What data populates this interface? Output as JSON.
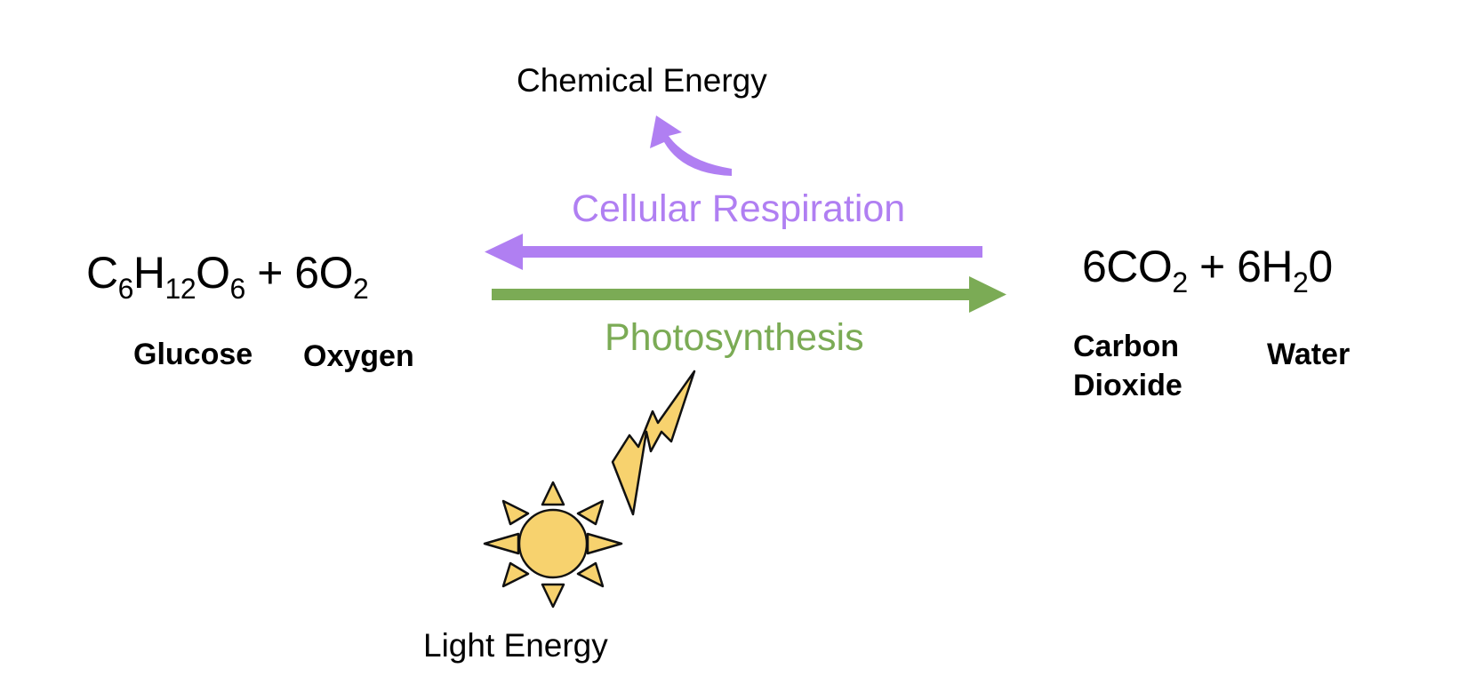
{
  "reactants": {
    "formula": {
      "c": "C",
      "c_sub": "6",
      "h": "H",
      "h_sub": "12",
      "o": "O",
      "o_sub": "6",
      "plus": " + ",
      "o2": "6O",
      "o2_sub": "2"
    },
    "labels": {
      "glucose": "Glucose",
      "oxygen": "Oxygen"
    }
  },
  "products": {
    "formula": {
      "co2": "6CO",
      "co2_sub": "2",
      "plus": " + ",
      "h2o_a": "6H",
      "h2o_sub": "2",
      "h2o_b": "0"
    },
    "labels": {
      "carbon": "Carbon",
      "dioxide": "Dioxide",
      "water": "Water"
    }
  },
  "processes": {
    "respiration": {
      "label": "Cellular Respiration",
      "color": "#b07ff2",
      "direction": "right-to-left"
    },
    "photosynthesis": {
      "label": "Photosynthesis",
      "color": "#7bab55",
      "direction": "left-to-right"
    }
  },
  "energy": {
    "chemical": "Chemical Energy",
    "light": "Light Energy",
    "sun_color": "#f7d26e",
    "bolt_color": "#f7d26e"
  },
  "icons": [
    "curved-arrow-icon",
    "lightning-bolt-icon",
    "sun-icon"
  ]
}
